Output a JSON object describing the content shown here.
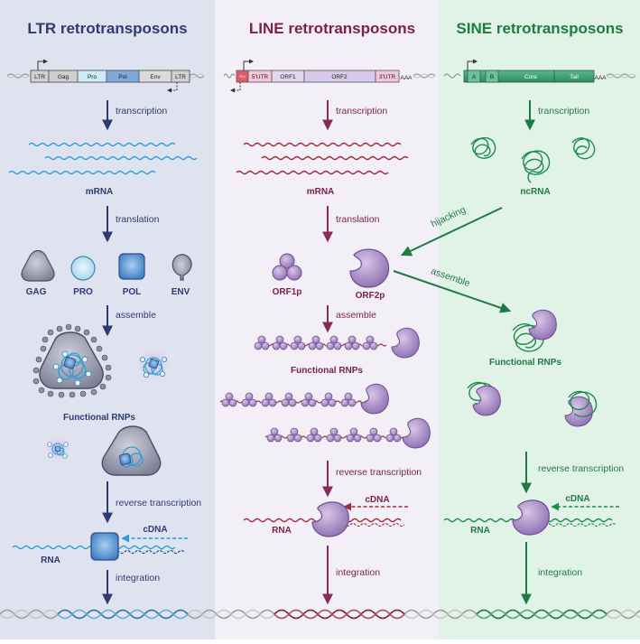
{
  "colors": {
    "ltr": "#2f3a73",
    "line": "#7a1f4f",
    "sine": "#1f7a45",
    "ltr_bg": "#dfe3f0",
    "line_bg": "#f2eff6",
    "sine_bg": "#e1f3e7",
    "rnp_purple": "#b08fc9",
    "rna_blue": "#2b9ed6",
    "rna_red": "#a0283a",
    "rna_green": "#1f8a4c"
  },
  "ltr": {
    "title": "LTR retrotransposons",
    "genes": [
      "LTR",
      "Gag",
      "Pro",
      "Pol",
      "Env",
      "LTR"
    ],
    "step_transcription": "transcription",
    "mrna": "mRNA",
    "step_translation": "translation",
    "proteins": [
      "GAG",
      "PRO",
      "POL",
      "ENV"
    ],
    "step_assemble": "assemble",
    "functional_rnps": "Functional RNPs",
    "step_rt": "reverse transcription",
    "cdna": "cDNA",
    "rna": "RNA",
    "step_integration": "integration"
  },
  "line": {
    "title": "LINE retrotransposons",
    "genes": [
      "5'UTR",
      "ORF1",
      "ORF2",
      "3'UTR"
    ],
    "promoter": "Pro",
    "polya": "AAA",
    "step_transcription": "transcription",
    "mrna": "mRNA",
    "step_translation": "translation",
    "proteins": [
      "ORF1p",
      "ORF2p"
    ],
    "step_assemble": "assemble",
    "functional_rnps": "Functional RNPs",
    "step_rt": "reverse transcription",
    "cdna": "cDNA",
    "rna": "RNA",
    "step_integration": "integration"
  },
  "sine": {
    "title": "SINE retrotransposons",
    "genes": [
      "A",
      "B",
      "Core",
      "Tail"
    ],
    "polya": "AAA",
    "step_transcription": "transcription",
    "ncrna": "ncRNA",
    "hijacking": "hijacking",
    "assemble": "assemble",
    "functional_rnps": "Functional RNPs",
    "step_rt": "reverse transcription",
    "cdna": "cDNA",
    "rna": "RNA",
    "step_integration": "integration"
  }
}
